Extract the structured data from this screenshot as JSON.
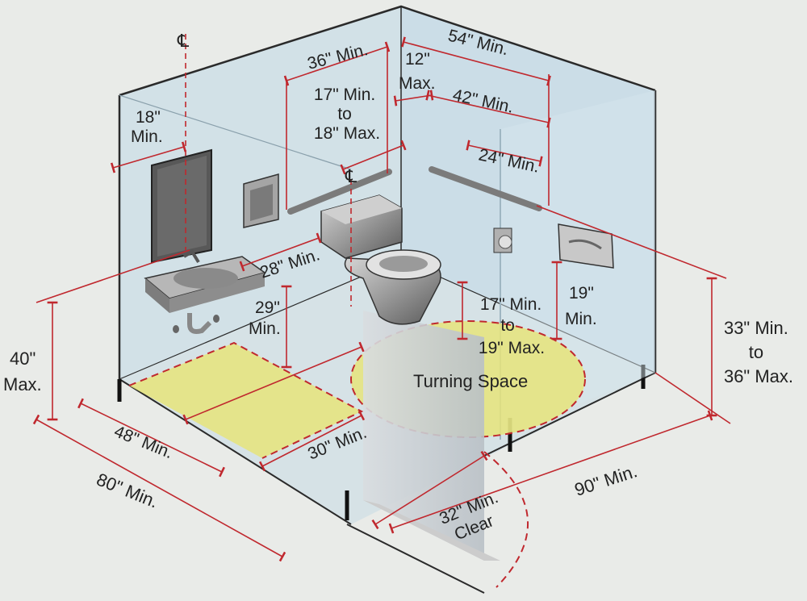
{
  "labels": {
    "centerline_top": "℄",
    "centerline_grab": "℄",
    "mirror_offset": [
      "18\"",
      "Min."
    ],
    "back_grab_length": "36\" Min.",
    "back_grab_position": [
      "17\" Min.",
      "to",
      "18\" Max."
    ],
    "side_grab_offset": [
      "12\"",
      "Max."
    ],
    "side_grab_total": "54\" Min.",
    "side_grab_length": "42\" Min.",
    "vertical_grab": "24\" Min.",
    "lav_depth": "28\" Min.",
    "knee_clearance": [
      "29\"",
      "Min."
    ],
    "mirror_height": [
      "40\"",
      "Max."
    ],
    "seat_height": [
      "17\" Min.",
      "to",
      "19\" Max."
    ],
    "tp_height": [
      "19\"",
      "Min."
    ],
    "grab_height": [
      "33\" Min.",
      "to",
      "36\" Max."
    ],
    "turning_space": "Turning Space",
    "clear_floor_depth": "30\" Min.",
    "clear_floor_width": "48\" Min.",
    "room_width": "80\" Min.",
    "door_clear": [
      "32\" Min.",
      "Clear"
    ],
    "room_depth": "90\" Min."
  },
  "colors": {
    "background": "#e9ebe8",
    "wall_tint": "#c8dde8",
    "floor_zone": "#e6e47a",
    "dimension_line": "#c0282e",
    "outline": "#2a2a2a",
    "fixture": "#8d8d8d"
  }
}
